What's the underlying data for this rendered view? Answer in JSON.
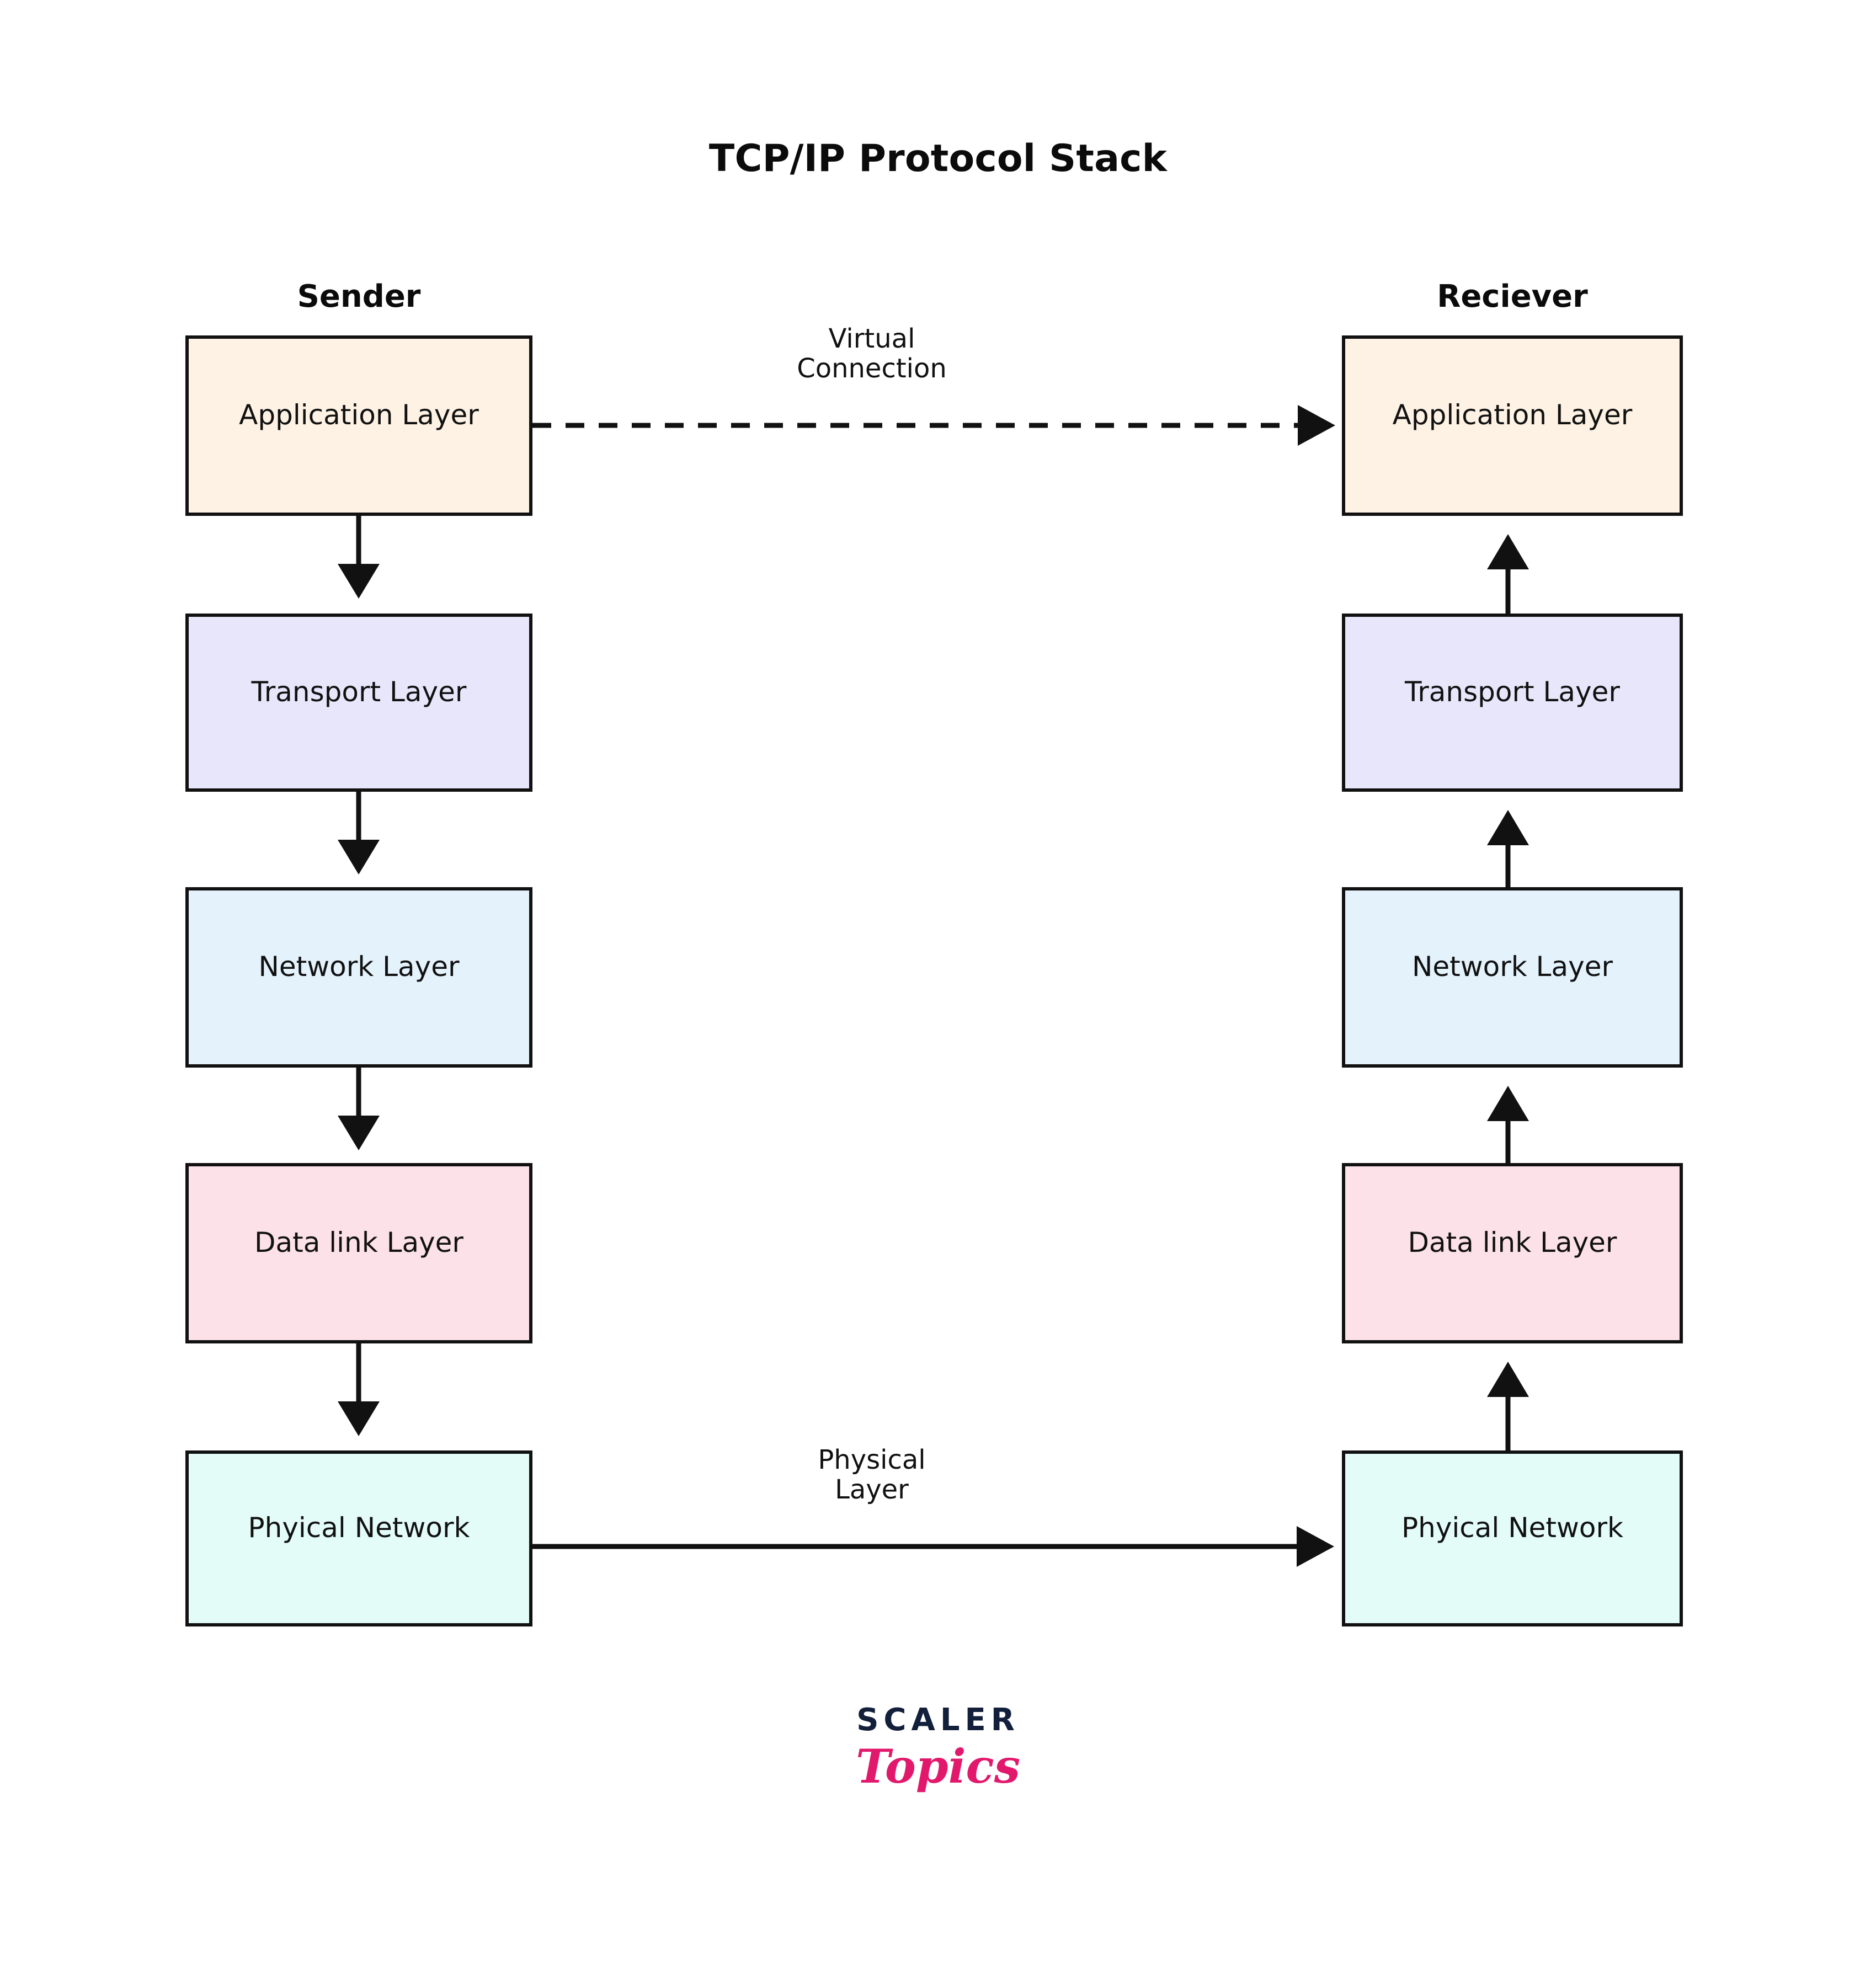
{
  "title": "TCP/IP Protocol Stack",
  "columns": {
    "sender": {
      "header": "Sender"
    },
    "receiver": {
      "header": "Reciever"
    }
  },
  "edge_labels": {
    "virtual_connection": "Virtual\nConnection",
    "virtual_connection_line1": "Virtual",
    "virtual_connection_line2": "Connection",
    "physical_layer_line1": "Physical",
    "physical_layer_line2": "Layer"
  },
  "layers": [
    {
      "key": "application",
      "label": "Application Layer",
      "fill": "#fdf2e3"
    },
    {
      "key": "transport",
      "label": "Transport Layer",
      "fill": "#e8e6fb"
    },
    {
      "key": "network",
      "label": "Network Layer",
      "fill": "#e4f2fc"
    },
    {
      "key": "datalink",
      "label": "Data link Layer",
      "fill": "#fce2e8"
    },
    {
      "key": "physical",
      "label": "Phyical Network",
      "fill": "#e3fcf7"
    }
  ],
  "sender_layers": [
    {
      "label": "Application Layer"
    },
    {
      "label": "Transport Layer"
    },
    {
      "label": "Network Layer"
    },
    {
      "label": "Data link Layer"
    },
    {
      "label": "Phyical Network"
    }
  ],
  "receiver_layers": [
    {
      "label": "Application Layer"
    },
    {
      "label": "Transport Layer"
    },
    {
      "label": "Network Layer"
    },
    {
      "label": "Data link Layer"
    },
    {
      "label": "Phyical Network"
    }
  ],
  "logo": {
    "primary": "SCALER",
    "secondary": "Topics",
    "primary_color": "#13203c",
    "secondary_color": "#e2186d"
  },
  "colors": {
    "background": "#ffffff",
    "stroke": "#111111",
    "text": "#111111"
  },
  "flow": {
    "sender_direction": "down",
    "receiver_direction": "up",
    "virtual_connection_style": "dashed",
    "physical_link_style": "solid"
  }
}
